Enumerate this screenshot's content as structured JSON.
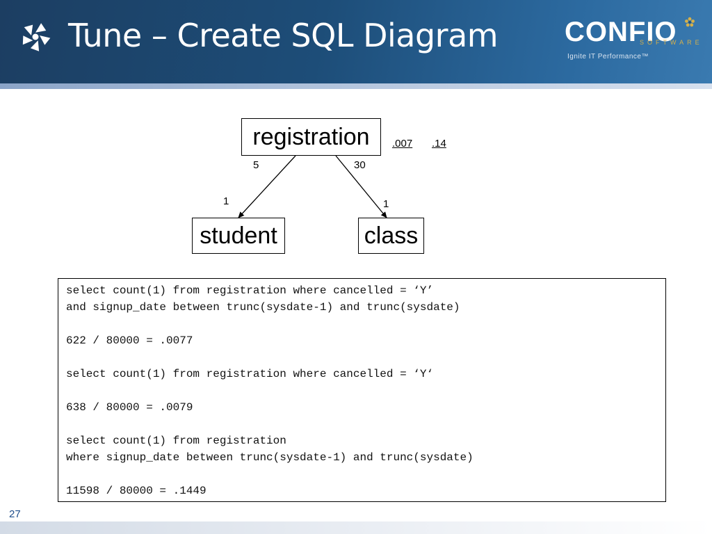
{
  "slide": {
    "title": "Tune – Create SQL Diagram",
    "page_number": "27"
  },
  "logo": {
    "wordmark": "CONFIO",
    "subtext": "SOFTWARE",
    "tagline": "Ignite IT Performance™"
  },
  "diagram": {
    "nodes": {
      "registration": "registration",
      "student": "student",
      "class": "class"
    },
    "edges": [
      {
        "from": "registration",
        "to": "student",
        "from_label": "5",
        "to_label": "1"
      },
      {
        "from": "registration",
        "to": "class",
        "from_label": "30",
        "to_label": "1"
      }
    ],
    "filter_ratios": [
      ".007",
      ".14"
    ]
  },
  "sql": {
    "lines": [
      "select count(1) from registration where cancelled = ‘Y’",
      "and signup_date between trunc(sysdate-1) and trunc(sysdate)",
      "",
      "622 / 80000 = .0077",
      "",
      "select count(1) from registration where cancelled = ‘Y‘",
      "",
      "638 / 80000 = .0079",
      "",
      "select count(1) from registration",
      "where signup_date between trunc(sysdate-1) and trunc(sysdate)",
      "",
      "11598 / 80000 = .1449"
    ]
  },
  "colors": {
    "header_dark": "#1c3e62",
    "header_light": "#3a7ab0",
    "logo_accent": "#d6b04a",
    "page_number": "#1f4e8c"
  }
}
